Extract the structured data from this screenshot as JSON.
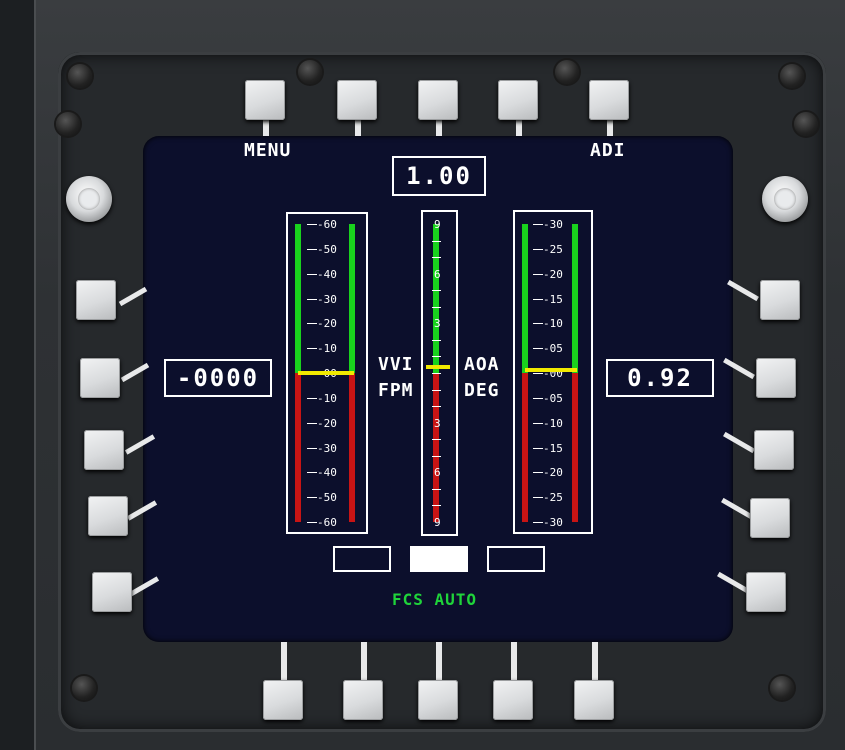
{
  "top_labels": {
    "menu": "MENU",
    "adi": "ADI"
  },
  "readouts": {
    "top": "1.00",
    "left": "-0000",
    "right": "0.92"
  },
  "center_labels": {
    "vvi": "VVI",
    "fpm": "FPM",
    "aoa": "AOA",
    "deg": "DEG"
  },
  "status": "FCS AUTO",
  "vvi_scale": [
    "-60",
    "-50",
    "-40",
    "-30",
    "-20",
    "-10",
    "-00",
    "-10",
    "-20",
    "-30",
    "-40",
    "-50",
    "-60"
  ],
  "g_scale": [
    "9",
    "",
    "",
    "6",
    "",
    "",
    "3",
    "",
    "",
    "",
    "",
    "",
    "3",
    "",
    "",
    "6",
    "",
    "",
    "9"
  ],
  "aoa_scale": [
    "-30",
    "-25",
    "-20",
    "-15",
    "-10",
    "-05",
    "-00",
    "-05",
    "-10",
    "-15",
    "-20",
    "-25",
    "-30"
  ],
  "colors": {
    "positive": "#19d21d",
    "negative": "#c81414",
    "pointer": "#f2ea00",
    "screen": "#0c0f2c",
    "status": "#1fd43a"
  }
}
